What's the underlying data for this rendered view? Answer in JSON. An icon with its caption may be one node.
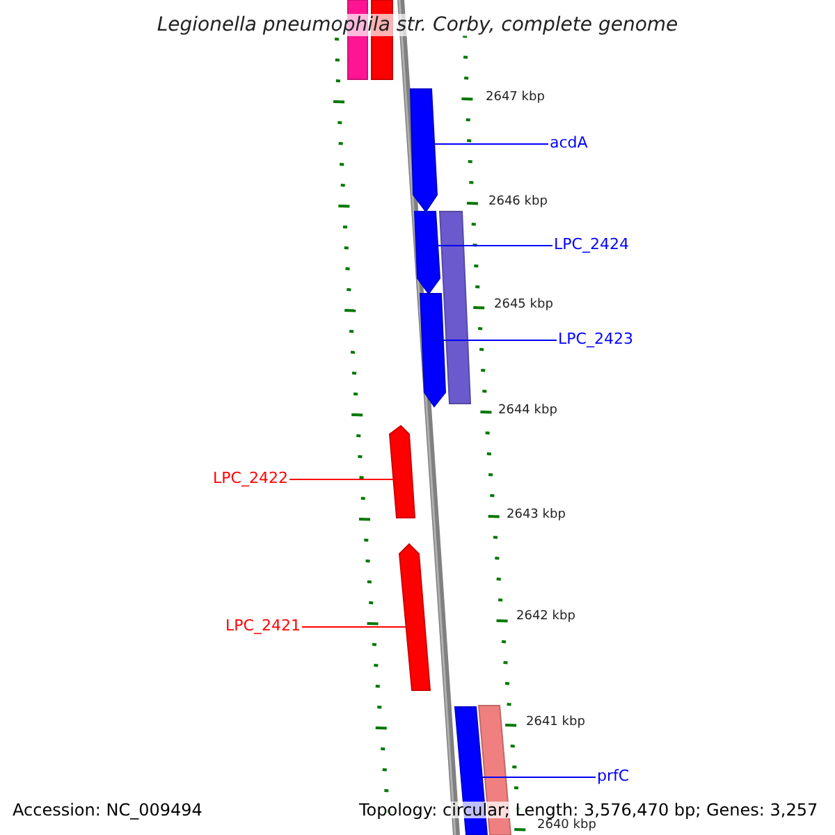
{
  "diagram": {
    "title": "Legionella pneumophila str. Corby, complete genome",
    "nodes": [
      {
        "text": [],
        "shape": "bar"
      },
      {
        "text": [],
        "shape": "bar"
      },
      {
        "text": [],
        "shape": "bar"
      },
      {
        "text": [],
        "shape": "bar"
      },
      {
        "text": [],
        "shape": "bar"
      },
      {
        "text": [],
        "shape": "bar"
      },
      {
        "text": [],
        "shape": "bar"
      },
      {
        "text": [],
        "shape": "bar"
      },
      {
        "text": [],
        "shape": "bar"
      },
      {
        "text": [],
        "shape": "bar"
      },
      {
        "text": [
          "acdA"
        ]
      },
      {
        "text": [
          "LPC_2424"
        ]
      },
      {
        "text": [
          "LPC_2423"
        ]
      },
      {
        "text": [
          "LPC_2422"
        ]
      },
      {
        "text": [
          "LPC_2421"
        ]
      },
      {
        "text": [
          "prfC"
        ]
      }
    ],
    "edges": [
      {
        "from": 10,
        "to": 2,
        "arrow": "none",
        "color": "#0000ff"
      },
      {
        "from": 11,
        "to": 3,
        "arrow": "none",
        "color": "#0000ff"
      },
      {
        "from": 12,
        "to": 5,
        "arrow": "none",
        "color": "#0000ff"
      },
      {
        "from": 13,
        "to": 6,
        "arrow": "none",
        "color": "#ff0000"
      },
      {
        "from": 14,
        "to": 7,
        "arrow": "none",
        "color": "#ff0000"
      },
      {
        "from": 15,
        "to": 8,
        "arrow": "none",
        "color": "#0000ff"
      }
    ],
    "labels": [
      "2647 kbp",
      "2646 kbp",
      "2645 kbp",
      "2644 kbp",
      "2643 kbp",
      "2642 kbp",
      "2641 kbp",
      "2640 kbp",
      "Accession: NC_009494",
      "Topology: circular; Length: 3,576,470 bp; Genes: 3,257"
    ]
  }
}
